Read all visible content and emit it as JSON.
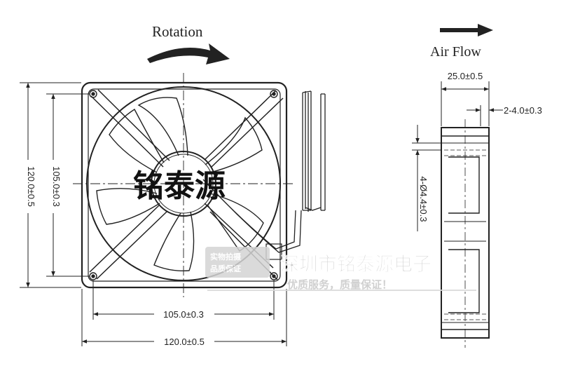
{
  "labels": {
    "rotation": "Rotation",
    "air_flow": "Air Flow",
    "brand_overlay": "铭泰源"
  },
  "front_view": {
    "dim_width_outer": "120.0±0.5",
    "dim_width_holes": "105.0±0.3",
    "dim_height_outer": "120.0±0.5",
    "dim_height_holes": "105.0±0.3"
  },
  "side_view": {
    "dim_depth": "25.0±0.5",
    "dim_flange": "2-4.0±0.3",
    "dim_holes": "4-Ø4.4±0.3"
  },
  "watermark": {
    "company": "深圳市铭泰源电子",
    "slogan": "优质服务，质量保证！",
    "badge_line1": "实物拍摄",
    "badge_line2": "品质保证"
  },
  "colors": {
    "line": "#222222",
    "watermark": "#c8c8c8"
  }
}
